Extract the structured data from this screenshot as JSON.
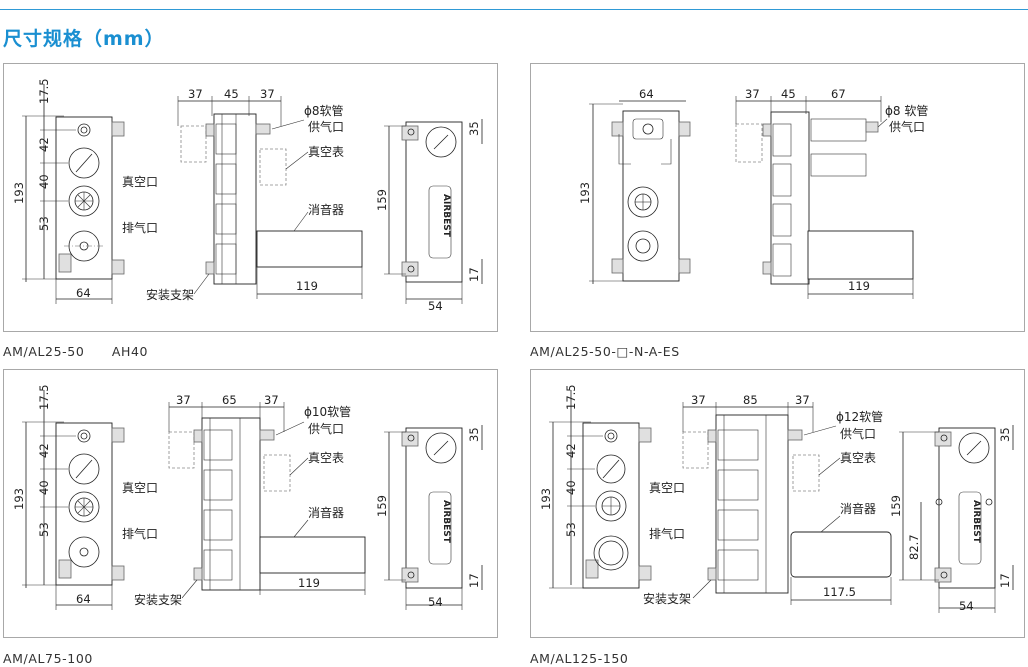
{
  "header": {
    "title": "尺寸规格（mm）"
  },
  "labels": {
    "tube8": "ϕ8软管",
    "tube8b": "ϕ8 软管",
    "tube10": "ϕ10软管",
    "tube12": "ϕ12软管",
    "air_inlet": "供气口",
    "vacuum_gauge": "真空表",
    "silencer": "消音器",
    "vacuum_port": "真空口",
    "exhaust_port": "排气口",
    "bracket": "安装支架",
    "brand": "AIRBEST"
  },
  "captions": {
    "p1": "AM/AL25-50      AH40",
    "p2": "AM/AL25-50-□-N-A-ES",
    "p3": "AM/AL75-100",
    "p4": "AM/AL125-150"
  },
  "dims": {
    "p1": {
      "top": "17.5",
      "a": "42",
      "b": "40",
      "c": "53",
      "total": "193",
      "w": "64",
      "s1": "37",
      "s2": "45",
      "s3": "37",
      "len": "119",
      "h": "159",
      "r35": "35",
      "r17": "17",
      "d54": "54"
    },
    "p2": {
      "total": "193",
      "w": "64",
      "s1": "37",
      "s2": "45",
      "s3": "67",
      "len": "119"
    },
    "p3": {
      "top": "17.5",
      "a": "42",
      "b": "40",
      "c": "53",
      "total": "193",
      "w": "64",
      "s1": "37",
      "s2": "65",
      "s3": "37",
      "len": "119",
      "h": "159",
      "r35": "35",
      "r17": "17",
      "d54": "54"
    },
    "p4": {
      "top": "17.5",
      "a": "42",
      "b": "40",
      "c": "53",
      "total": "193",
      "w": "64",
      "s1": "37",
      "s2": "85",
      "s3": "37",
      "len": "117.5",
      "h": "159",
      "mid": "82.7",
      "r35": "35",
      "r17": "17",
      "d54": "54"
    }
  }
}
